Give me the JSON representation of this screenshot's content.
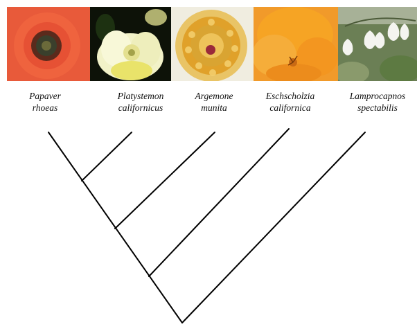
{
  "taxa": [
    {
      "genus": "Papaver",
      "species": "rhoeas"
    },
    {
      "genus": "Platystemon",
      "species": "californicus"
    },
    {
      "genus": "Argemone",
      "species": "munita"
    },
    {
      "genus": "Eschscholzia",
      "species": "californica"
    },
    {
      "genus": "Lamprocapnos",
      "species": "spectabilis"
    }
  ],
  "photos": [
    {
      "name": "red poppy flower",
      "background": "#e85a3a",
      "petal": "#f0643f",
      "center": "#3a3f2c"
    },
    {
      "name": "cream cup flower",
      "background": "#0d1208",
      "petal": "#f2f2c8",
      "center": "#e9e36a"
    },
    {
      "name": "prickly poppy flower",
      "background": "#d9a432",
      "petal": "#f0ede0",
      "center": "#e0a12a"
    },
    {
      "name": "california poppy flower",
      "background": "#f19a2a",
      "petal": "#f6a424",
      "center": "#c96a14"
    },
    {
      "name": "bleeding heart flower",
      "background": "#6b7f55",
      "petal": "#f4f4f0",
      "center": "#5d7a42"
    }
  ],
  "tree_color": "#000000"
}
